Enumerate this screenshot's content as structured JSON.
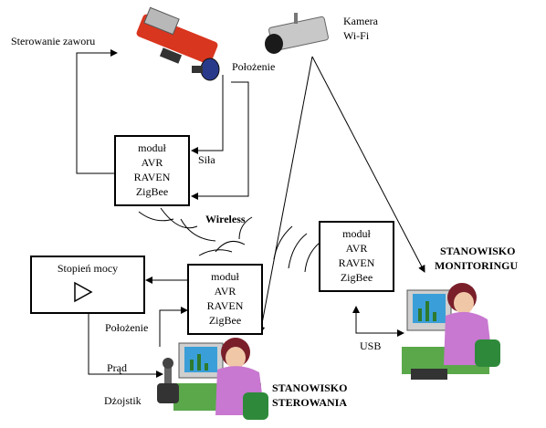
{
  "labels": {
    "valve_control": "Sterowanie zaworu",
    "camera": [
      "Kamera",
      "Wi-Fi"
    ],
    "position_top": "Położenie",
    "force": "Siła",
    "wireless": "Wireless",
    "power_stage": "Stopień mocy",
    "position_bottom": "Położenie",
    "current": "Prąd",
    "joystick": "Dżojstik",
    "usb": "USB",
    "control_station": [
      "STANOWISKO",
      "STEROWANIA"
    ],
    "monitoring_station": [
      "STANOWISKO",
      "MONITORINGU"
    ]
  },
  "modules": {
    "top": [
      "moduł",
      "AVR",
      "RAVEN",
      "ZigBee"
    ],
    "center": [
      "moduł",
      "AVR",
      "RAVEN",
      "ZigBee"
    ],
    "right": [
      "moduł",
      "AVR",
      "RAVEN",
      "ZigBee"
    ]
  },
  "colors": {
    "actuator": "#d9361f",
    "screen": "#3a9fd8",
    "desk": "#5aa84a",
    "person_shirt": "#c878d0",
    "hair": "#7a1f2a"
  }
}
